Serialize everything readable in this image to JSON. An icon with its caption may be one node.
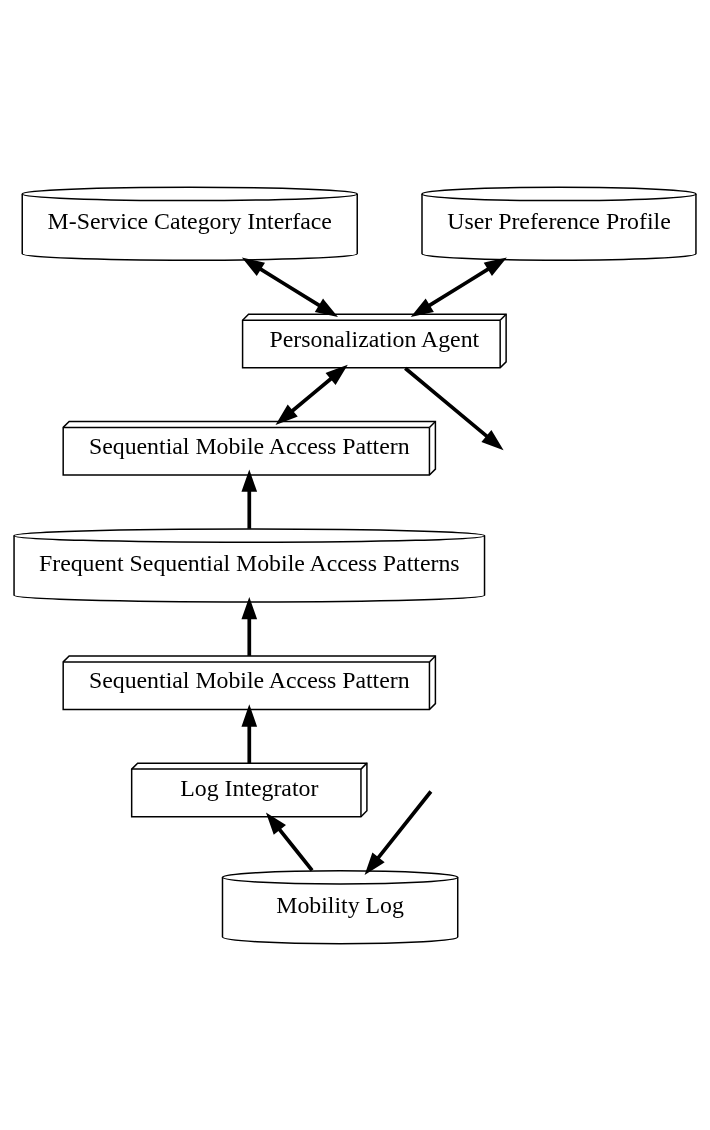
{
  "diagram": {
    "nodes": [
      {
        "text": [
          "M-Service Category Interface"
        ]
      },
      {
        "text": [
          "User Preference Profile"
        ]
      },
      {
        "text": [
          "Personalization Agent"
        ]
      },
      {
        "text": [
          "Sequential Mobile Access Pattern"
        ]
      },
      {
        "text": [
          "Frequent Sequential Mobile Access Patterns"
        ]
      },
      {
        "text": [
          "Sequential Mobile Access Pattern"
        ]
      },
      {
        "text": [
          "Log Integrator"
        ]
      },
      {
        "text": [
          "Mobility Log"
        ]
      }
    ],
    "edges": [
      {
        "from": 0,
        "to": 2,
        "arrow": "both"
      },
      {
        "from": 1,
        "to": 2,
        "arrow": "both"
      },
      {
        "from": 2,
        "to": 3,
        "arrow": "both"
      },
      {
        "from": 2,
        "to": null,
        "arrow": "to"
      },
      {
        "from": 4,
        "to": 3,
        "arrow": "to"
      },
      {
        "from": 5,
        "to": 4,
        "arrow": "to"
      },
      {
        "from": 6,
        "to": 5,
        "arrow": "to"
      },
      {
        "from": 7,
        "to": 6,
        "arrow": "to"
      },
      {
        "from": null,
        "to": 7,
        "arrow": "to"
      }
    ]
  }
}
